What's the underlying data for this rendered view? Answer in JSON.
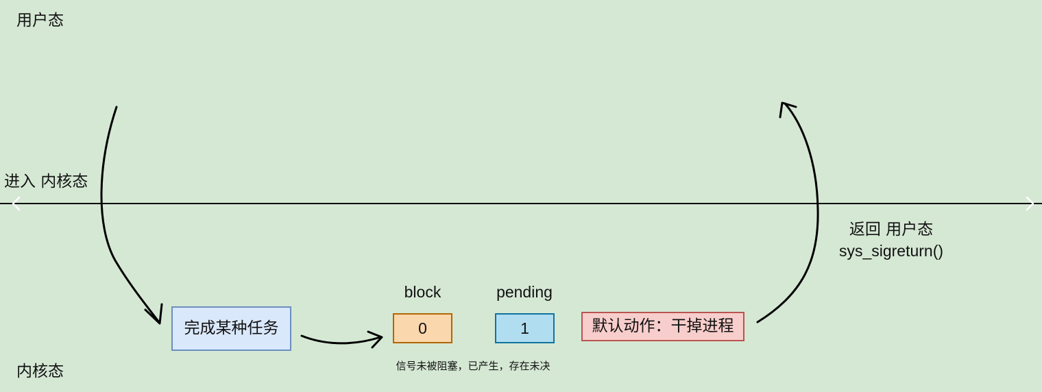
{
  "labels": {
    "user_mode_top": "用户态",
    "enter_kernel": "进入 内核态",
    "kernel_mode_bottom": "内核态",
    "return_user": "返回 用户态",
    "sigreturn": "sys_sigreturn()",
    "block_header": "block",
    "pending_header": "pending",
    "signal_note": "信号未被阻塞，已产生，存在未决"
  },
  "boxes": {
    "task": "完成某种任务",
    "block_value": "0",
    "pending_value": "1",
    "default_action": "默认动作：干掉进程"
  },
  "colors": {
    "background": "#d5e8d4",
    "task_fill": "#dae8fc",
    "task_stroke": "#6c8ebf",
    "block_fill": "#fad7ac",
    "block_stroke": "#b46504",
    "pending_fill": "#b1ddf0",
    "pending_stroke": "#10739e",
    "action_fill": "#f8cecc",
    "action_stroke": "#b85450"
  },
  "icons": {
    "left_nav": "chevron-left-icon",
    "right_nav": "chevron-right-icon"
  }
}
